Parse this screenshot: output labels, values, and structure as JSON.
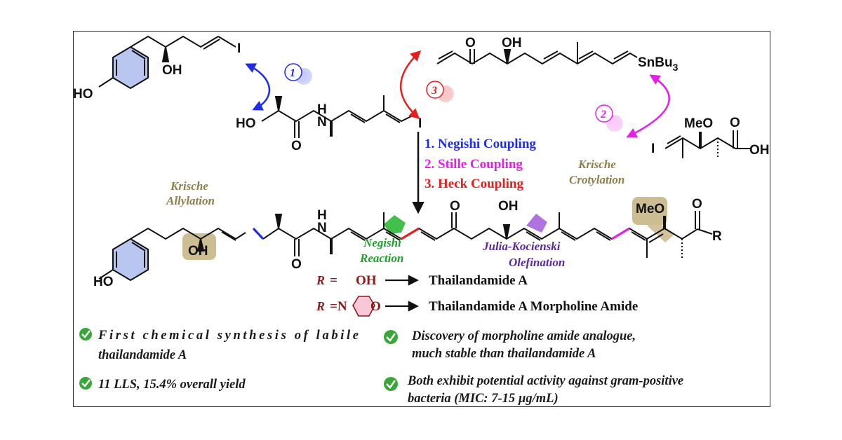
{
  "atoms": {
    "ho": "HO",
    "oh": "OH",
    "o": "O",
    "i": "I",
    "h": "H",
    "n": "N",
    "sn": "SnBu",
    "sn_sub": "3",
    "meo": "MeO",
    "r": "R"
  },
  "step_numbers": [
    "1",
    "2",
    "3"
  ],
  "steps": [
    "1. Negishi Coupling",
    "2. Stille Coupling",
    "3. Heck Coupling"
  ],
  "reactions": {
    "krische_allylation": [
      "Krische",
      "Allylation"
    ],
    "krische_crotylation": [
      "Krische",
      "Crotylation"
    ],
    "negishi_reaction": [
      "Negishi",
      "Reaction"
    ],
    "julia": [
      "Julia-Kocienski",
      "Olefination"
    ]
  },
  "r_definitions": {
    "r_label": "R",
    "eq": "=",
    "oh": "OH",
    "eq_n": "=N",
    "ring_o": "O",
    "product_a": "Thailandamide A",
    "product_b": "Thailandamide A Morpholine Amide"
  },
  "bullets": [
    "First chemical synthesis of labile",
    "thailandamide A",
    "11 LLS, 15.4% overall yield",
    "Discovery of morpholine amide analogue,",
    "much stable than thailandamide A",
    "Both exhibit potential activity against gram-positive",
    "bacteria (MIC: 7-15 µg/mL)"
  ],
  "colors": {
    "blue": "#1f2ee6",
    "magenta": "#e61ee6",
    "red": "#e61e1e",
    "green": "#22b52b",
    "purple": "#a05ad8",
    "olive": "#8c7f4a",
    "highlight": "#cdbd93",
    "ring": "#b8c6f0",
    "darkred": "#8b1a1a",
    "negishi_text": "#1fa02a",
    "julia_text": "#5a2a9a",
    "check": "#3aa63a"
  }
}
